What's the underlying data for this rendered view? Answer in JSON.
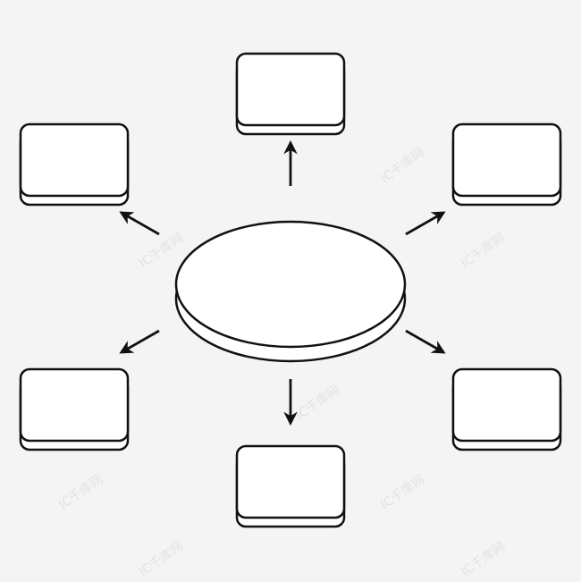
{
  "diagram": {
    "type": "hub-and-spoke",
    "center_node": {
      "shape": "ellipse-disc",
      "text": ""
    },
    "satellite_nodes": [
      {
        "id": "top",
        "shape": "rounded-box",
        "text": ""
      },
      {
        "id": "upper-right",
        "shape": "rounded-box",
        "text": ""
      },
      {
        "id": "lower-right",
        "shape": "rounded-box",
        "text": ""
      },
      {
        "id": "bottom",
        "shape": "rounded-box",
        "text": ""
      },
      {
        "id": "lower-left",
        "shape": "rounded-box",
        "text": ""
      },
      {
        "id": "upper-left",
        "shape": "rounded-box",
        "text": ""
      }
    ],
    "edges": [
      {
        "from": "center",
        "to": "top",
        "direction": "outward"
      },
      {
        "from": "center",
        "to": "upper-right",
        "direction": "outward"
      },
      {
        "from": "center",
        "to": "lower-right",
        "direction": "outward"
      },
      {
        "from": "center",
        "to": "bottom",
        "direction": "outward"
      },
      {
        "from": "center",
        "to": "lower-left",
        "direction": "outward"
      },
      {
        "from": "center",
        "to": "upper-left",
        "direction": "outward"
      }
    ]
  },
  "watermark": {
    "text": "IC千库网"
  },
  "colors": {
    "background": "#f4f4f4",
    "stroke": "#111111",
    "fill": "#ffffff",
    "watermark": "#e2e2e2"
  }
}
